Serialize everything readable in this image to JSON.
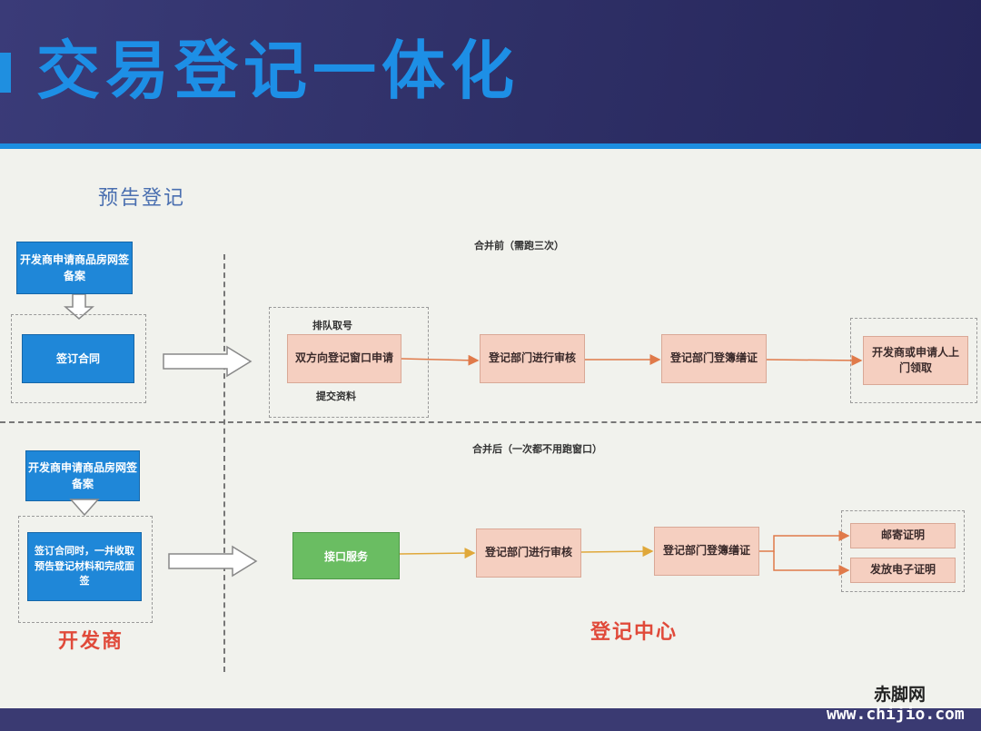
{
  "header": {
    "title": "交易登记一体化"
  },
  "section_title": "预告登记",
  "left": {
    "top_apply": "开发商申请商品房网签备案",
    "top_sign": "签订合同",
    "bottom_apply": "开发商申请商品房网签备案",
    "bottom_sign": "签订合同时，一并收取预告登记材料和完成面签",
    "developer_label": "开发商"
  },
  "before": {
    "label": "合并前（需跑三次）",
    "queue_label": "排队取号",
    "submit_label": "提交资料",
    "steps": [
      "双方向登记窗口申请",
      "登记部门进行审核",
      "登记部门登簿缮证",
      "开发商或申请人上门领取"
    ]
  },
  "after": {
    "label": "合并后（一次都不用跑窗口）",
    "interface": "接口服务",
    "steps": [
      "登记部门进行审核",
      "登记部门登簿缮证"
    ],
    "outputs": [
      "邮寄证明",
      "发放电子证明"
    ]
  },
  "center_label": "登记中心",
  "watermark": {
    "site": "赤脚网",
    "url": "www.chijio.com"
  },
  "colors": {
    "title_blue": "#1d8fe6",
    "box_blue": "#1f87d8",
    "pink": "#f5cfc0",
    "green": "#6abd62",
    "red": "#e04a3a"
  }
}
